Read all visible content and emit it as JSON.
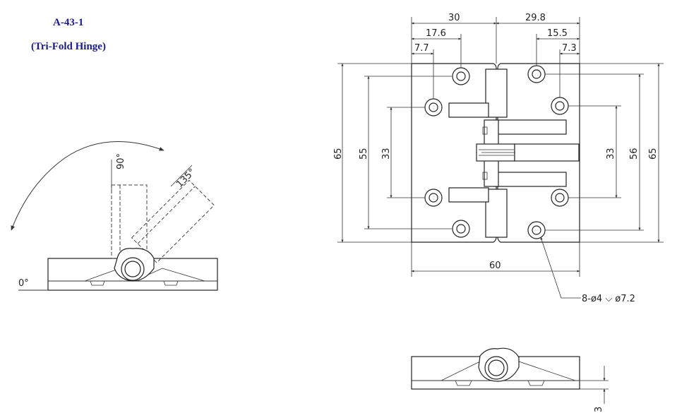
{
  "header": {
    "model": "A-43-1",
    "name": "(Tri-Fold Hinge)"
  },
  "side_view": {
    "angle_90": "90°",
    "angle_135": "135°",
    "angle_0": "0°"
  },
  "top_view": {
    "dim_left_width": "30",
    "dim_right_width": "29.8",
    "dim_left_outer_hole": "17.6",
    "dim_right_outer_hole": "15.5",
    "dim_left_inner_hole": "7.7",
    "dim_right_inner_hole": "7.3",
    "dim_height_left": "65",
    "dim_outer_holes_left": "55",
    "dim_inner_holes_left": "33",
    "dim_inner_holes_right": "33",
    "dim_outer_holes_right": "56",
    "dim_height_right": "65",
    "dim_total_width": "60",
    "hole_callout": "8-ø4 ⌵ ø7.2"
  },
  "front_view": {
    "thickness": "3"
  },
  "colors": {
    "title": "#1a1a8c",
    "line": "#333333"
  }
}
